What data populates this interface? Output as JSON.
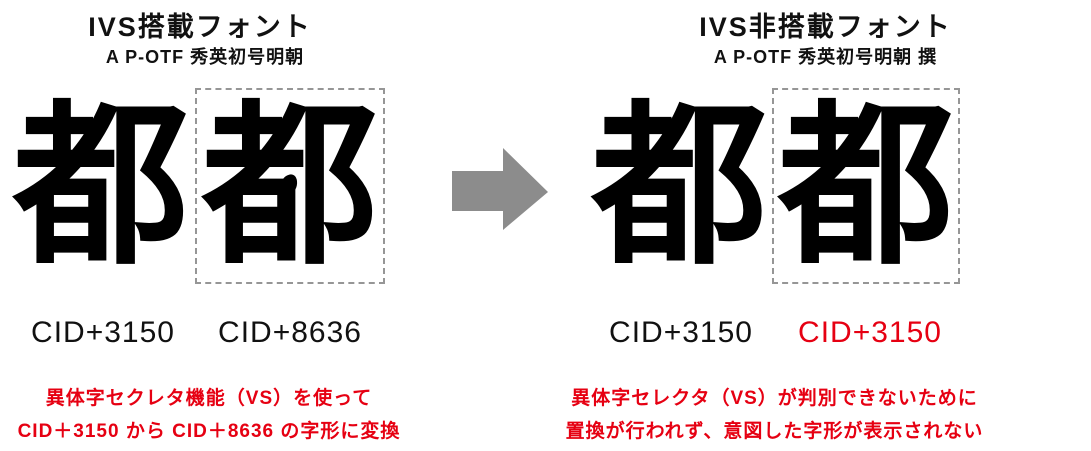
{
  "colors": {
    "red": "#e60012",
    "arrow_gray": "#8c8c8c",
    "box_border_gray": "#969696",
    "text_black": "#111111"
  },
  "left": {
    "title": "IVS搭載フォント",
    "subtitle": "A P-OTF 秀英初号明朝",
    "glyphs": [
      {
        "char": "都",
        "cid": "CID+3150",
        "boxed": false,
        "variant_dot": false
      },
      {
        "char": "都",
        "cid": "CID+8636",
        "boxed": true,
        "variant_dot": true
      }
    ],
    "caption_line1": "異体字セクレタ機能（VS）を使って",
    "caption_line2": "CID＋3150 から CID＋8636 の字形に変換"
  },
  "arrow": {
    "direction": "right"
  },
  "right": {
    "title": "IVS非搭載フォント",
    "subtitle": "A P-OTF 秀英初号明朝 撰",
    "glyphs": [
      {
        "char": "都",
        "cid": "CID+3150",
        "boxed": false,
        "cid_color": "black"
      },
      {
        "char": "都",
        "cid": "CID+3150",
        "boxed": true,
        "cid_color": "red"
      }
    ],
    "caption_line1": "異体字セレクタ（VS）が判別できないために",
    "caption_line2": "置換が行われず、意図した字形が表示されない"
  }
}
